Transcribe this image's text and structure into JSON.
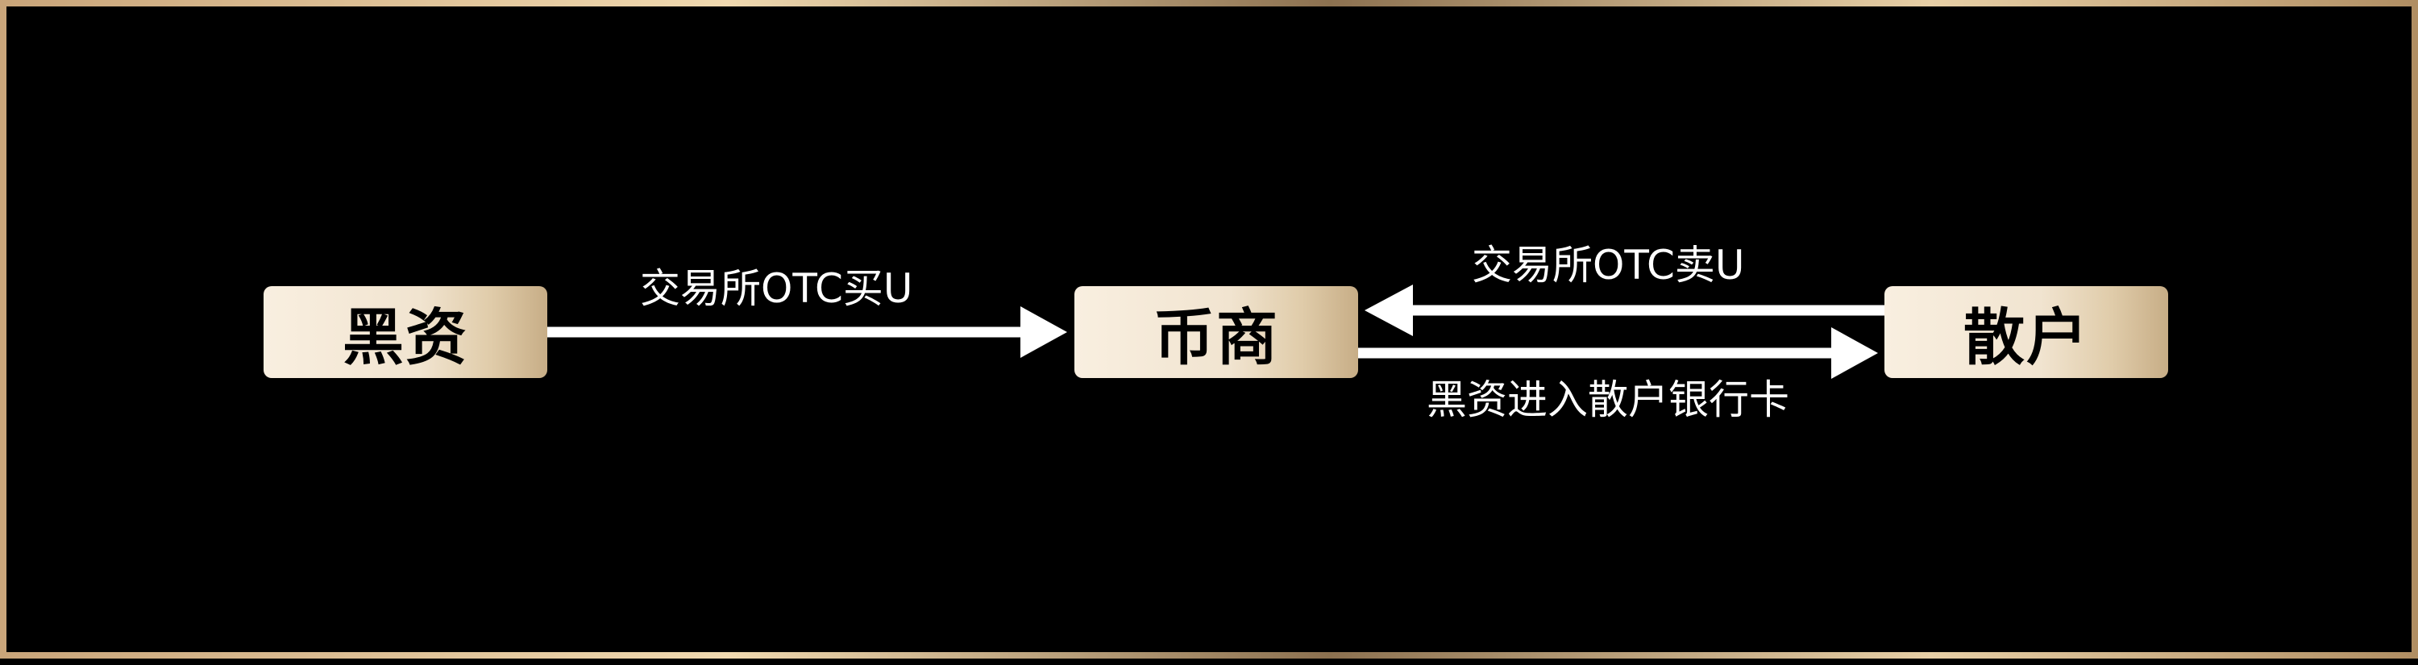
{
  "nodes": {
    "heizi": "黑资",
    "bishang": "币商",
    "sanhu": "散户"
  },
  "edges": {
    "buy": "交易所OTC买U",
    "sell": "交易所OTC卖U",
    "bank": "黑资进入散户银行卡"
  },
  "colors": {
    "background": "#000000",
    "arrow": "#ffffff",
    "node_fill_light": "#f9efe0",
    "node_fill_dark": "#c7ad86",
    "frame_gold": "#d9b98a"
  }
}
